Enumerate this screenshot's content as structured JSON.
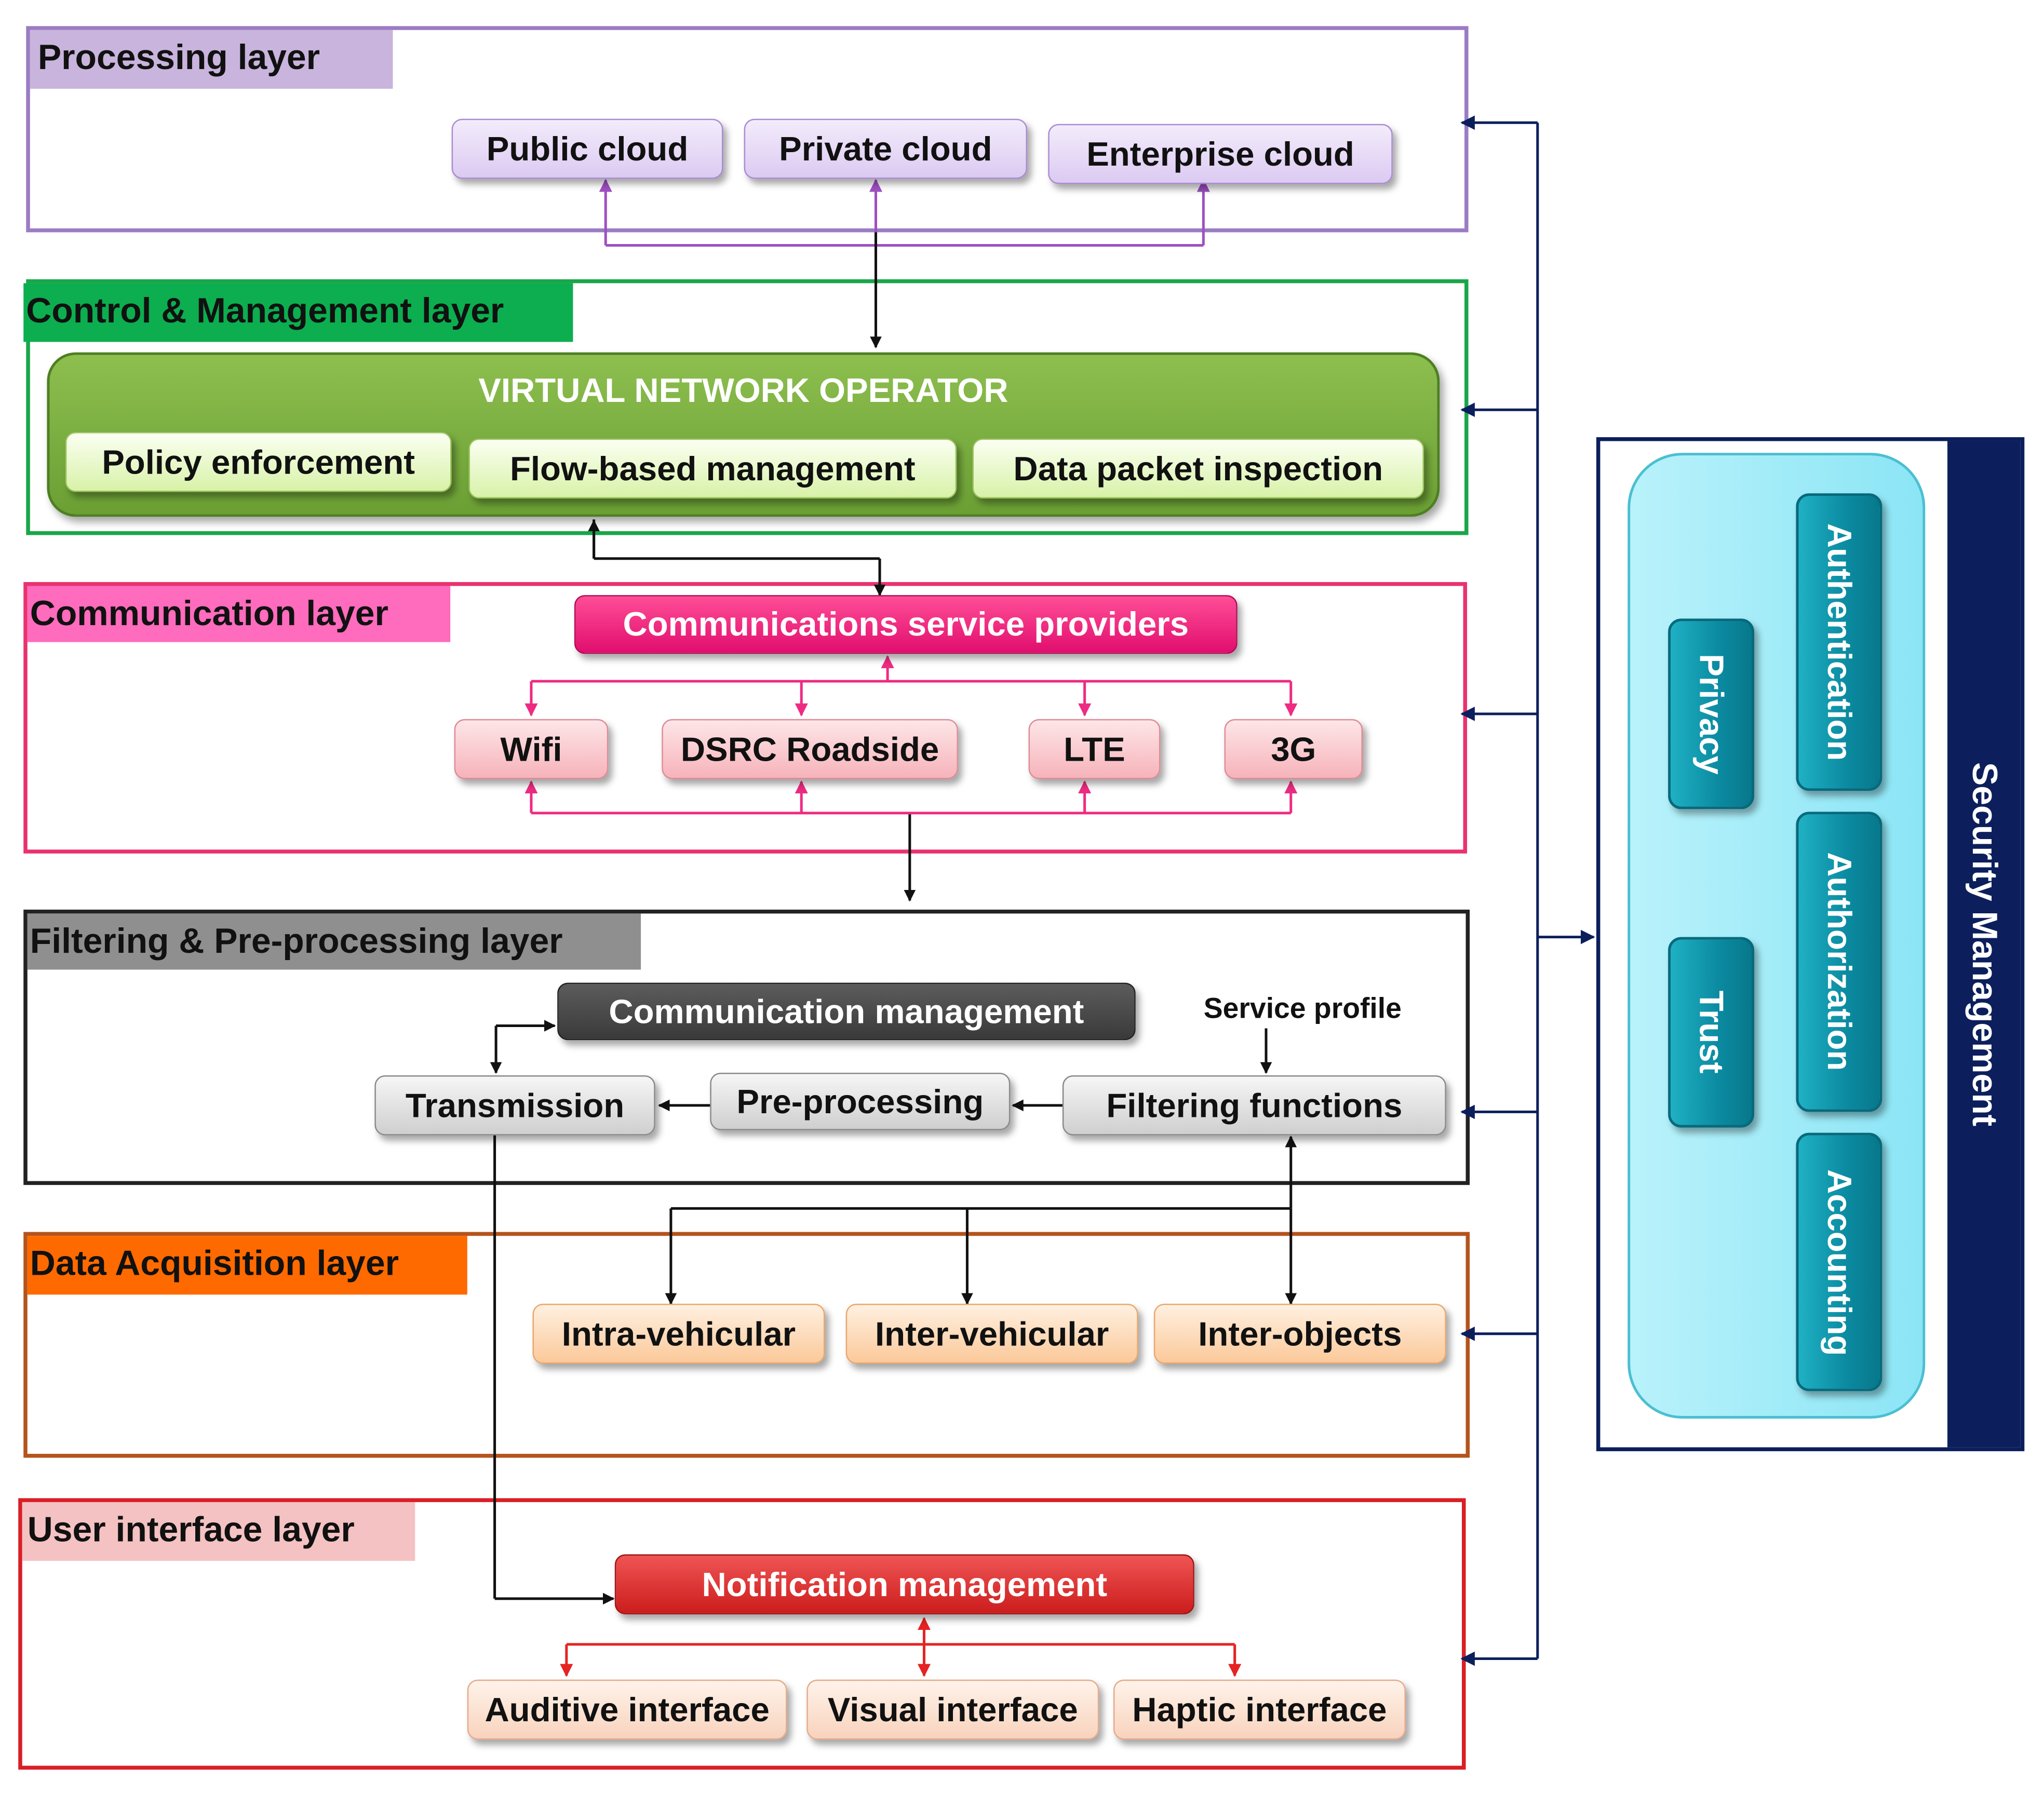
{
  "processing": {
    "title": "Processing layer",
    "public_cloud": "Public cloud",
    "private_cloud": "Private cloud",
    "enterprise_cloud": "Enterprise cloud"
  },
  "control": {
    "title": "Control & Management layer",
    "vno": "VIRTUAL NETWORK OPERATOR",
    "policy": "Policy enforcement",
    "flow": "Flow-based management",
    "inspection": "Data packet inspection"
  },
  "communication": {
    "title": "Communication layer",
    "csp": "Communications service providers",
    "wifi": "Wifi",
    "dsrc": "DSRC Roadside",
    "lte": "LTE",
    "g3": "3G"
  },
  "filtering": {
    "title": "Filtering & Pre-processing layer",
    "comm_mgmt": "Communication management",
    "service_profile": "Service profile",
    "transmission": "Transmission",
    "preprocessing": "Pre-processing",
    "filtering_functions": "Filtering functions"
  },
  "acquisition": {
    "title": "Data Acquisition layer",
    "intra": "Intra-vehicular",
    "inter": "Inter-vehicular",
    "objects": "Inter-objects"
  },
  "ui": {
    "title": "User interface layer",
    "notification": "Notification management",
    "auditive": "Auditive interface",
    "visual": "Visual interface",
    "haptic": "Haptic interface"
  },
  "security": {
    "title": "Security Management",
    "privacy": "Privacy",
    "trust": "Trust",
    "authentication": "Authentication",
    "authorization": "Authorization",
    "accounting": "Accounting"
  },
  "colors": {
    "processing": "#9b7cc4",
    "control": "#1aa64a",
    "communication": "#e8336e",
    "filtering": "#222222",
    "acquisition": "#b4541c",
    "ui": "#d91f26",
    "security": "#0c1f5c"
  }
}
